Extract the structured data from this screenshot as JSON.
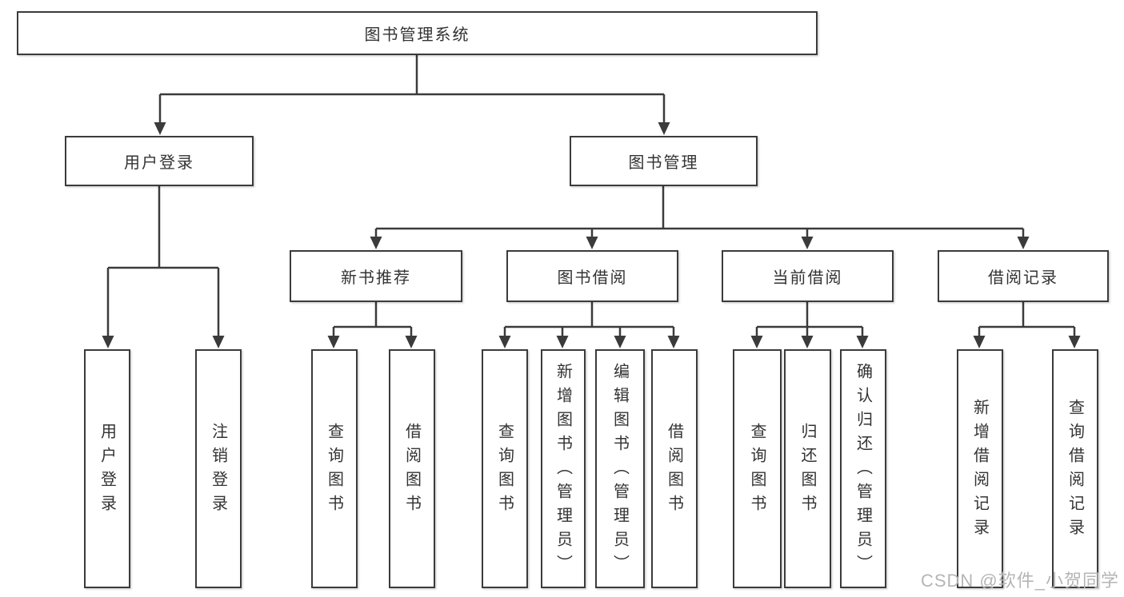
{
  "diagram": {
    "title": "图书管理系统",
    "tree": {
      "root": {
        "label": "图书管理系统"
      },
      "branches": [
        {
          "label": "用户登录",
          "leaves": [
            "用户登录",
            "注销登录"
          ]
        },
        {
          "label": "图书管理",
          "groups": [
            {
              "label": "新书推荐",
              "leaves": [
                "查询图书",
                "借阅图书"
              ]
            },
            {
              "label": "图书借阅",
              "leaves": [
                "查询图书",
                "新增图书（管理员）",
                "编辑图书（管理员）",
                "借阅图书"
              ]
            },
            {
              "label": "当前借阅",
              "leaves": [
                "查询图书",
                "归还图书",
                "确认归还（管理员）"
              ]
            },
            {
              "label": "借阅记录",
              "leaves": [
                "新增借阅记录",
                "查询借阅记录"
              ]
            }
          ]
        }
      ]
    }
  },
  "watermark": {
    "text": "CSDN @软件_小贺同学"
  },
  "colors": {
    "line": "#3b3b3b",
    "box_border": "#3b3b3b",
    "box_fill": "#ffffff",
    "text": "#333333",
    "watermark": "#b5b5b5",
    "background": "#ffffff"
  }
}
